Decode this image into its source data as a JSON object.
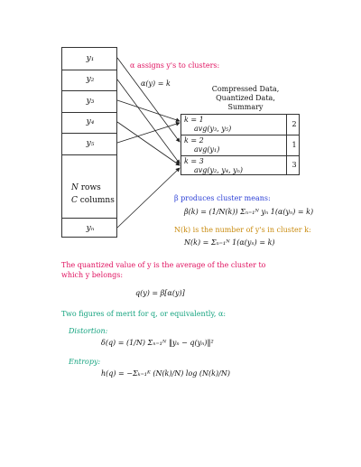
{
  "table": {
    "rows": [
      "y₁",
      "y₂",
      "y₃",
      "y₄",
      "y₅",
      "yₙ"
    ],
    "last_row": "y_N",
    "caption_line1": "N rows",
    "caption_line2": "C columns"
  },
  "alpha": {
    "label": "α assigns y's to clusters:",
    "formula": "α(y) = k",
    "color": "#e0115f"
  },
  "summary": {
    "title_line1": "Compressed Data,",
    "title_line2": "Quantized Data,",
    "title_line3": "Summary",
    "clusters": [
      {
        "k": "k = 1",
        "avg": "avg(y₃, y₅)",
        "count": "2"
      },
      {
        "k": "k = 2",
        "avg": "avg(y₁)",
        "count": "1"
      },
      {
        "k": "k = 3",
        "avg": "avg(y₂, y₄, yₙ)",
        "count": "3"
      }
    ]
  },
  "beta": {
    "label": "β produces cluster means:",
    "formula": "β(k) = (1/N(k)) Σₙ₌₁ᴺ yₙ 1(α(yₙ) = k)",
    "color": "#2b3fd6"
  },
  "nk": {
    "label": "N(k) is the number of y's in cluster k:",
    "formula": "N(k) = Σₙ₌₁ᴺ 1(α(yₙ) = k)",
    "color": "#c98a0c"
  },
  "quantized": {
    "line1": "The quantized value of y is the average of the cluster to",
    "line2": "which y belongs:",
    "formula": "q(y) = β[α(y)]",
    "color": "#e0115f"
  },
  "merit": {
    "label": "Two figures of merit for q, or equivalently, α:",
    "color": "#14a37f",
    "distortion_label": "Distortion:",
    "distortion_formula": "δ(q) = (1/N) Σₙ₌₁ᴺ ‖yₙ − q(yₙ)‖²",
    "entropy_label": "Entropy:",
    "entropy_formula": "h(q) = −Σₖ₌₁ᴷ (N(k)/N) log (N(k)/N)"
  }
}
